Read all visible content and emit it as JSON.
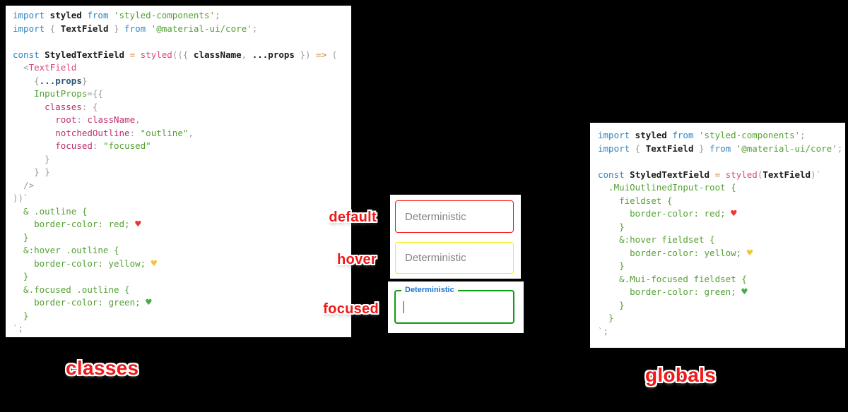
{
  "palette": {
    "kw": "#2f86c2",
    "id": "#1c1c1c",
    "str": "#54a033",
    "pink": "#e0457b",
    "key": "#bf2e6e",
    "punc": "#9a9a9a",
    "op": "#c87e29",
    "navy": "#2c5777",
    "css": "#54a033",
    "hred": "#e8382f",
    "hyellow": "#f5c33b",
    "hgreen": "#3fae49",
    "label_red": "#f01818",
    "field_red": "#f8150f",
    "field_yellow": "#f9ee0a",
    "field_green": "#0f9b13",
    "field_label_blue": "#1976d2"
  },
  "left_code": {
    "lines": [
      [
        [
          "import",
          "kw"
        ],
        [
          " styled ",
          "id"
        ],
        [
          "from",
          "kw"
        ],
        [
          " ",
          "punc"
        ],
        [
          "'styled-components'",
          "str"
        ],
        [
          ";",
          "punc"
        ]
      ],
      [
        [
          "import",
          "kw"
        ],
        [
          " { ",
          "punc"
        ],
        [
          "TextField",
          "id"
        ],
        [
          " } ",
          "punc"
        ],
        [
          "from",
          "kw"
        ],
        [
          " ",
          "punc"
        ],
        [
          "'@material-ui/core'",
          "str"
        ],
        [
          ";",
          "punc"
        ]
      ],
      [],
      [
        [
          "const",
          "kw"
        ],
        [
          " ",
          "punc"
        ],
        [
          "StyledTextField",
          "id"
        ],
        [
          " ",
          "punc"
        ],
        [
          "=",
          "op"
        ],
        [
          " ",
          "punc"
        ],
        [
          "styled",
          "pink"
        ],
        [
          "(({ ",
          "punc"
        ],
        [
          "className",
          "id"
        ],
        [
          ", ",
          "punc"
        ],
        [
          "...props",
          "id"
        ],
        [
          " }) ",
          "punc"
        ],
        [
          "=>",
          "op"
        ],
        [
          " (",
          "punc"
        ]
      ],
      [
        [
          "  <",
          "punc"
        ],
        [
          "TextField",
          "pink"
        ]
      ],
      [
        [
          "    {",
          "punc"
        ],
        [
          "...props",
          "navy"
        ],
        [
          "}",
          "punc"
        ]
      ],
      [
        [
          "    ",
          "punc"
        ],
        [
          "InputProps",
          "str"
        ],
        [
          "={{",
          "punc"
        ]
      ],
      [
        [
          "      ",
          "punc"
        ],
        [
          "classes",
          "key"
        ],
        [
          ": {",
          "punc"
        ]
      ],
      [
        [
          "        ",
          "punc"
        ],
        [
          "root",
          "key"
        ],
        [
          ": ",
          "punc"
        ],
        [
          "className",
          "key"
        ],
        [
          ",",
          "punc"
        ]
      ],
      [
        [
          "        ",
          "punc"
        ],
        [
          "notchedOutline",
          "key"
        ],
        [
          ": ",
          "punc"
        ],
        [
          "\"outline\"",
          "str"
        ],
        [
          ",",
          "punc"
        ]
      ],
      [
        [
          "        ",
          "punc"
        ],
        [
          "focused",
          "key"
        ],
        [
          ": ",
          "punc"
        ],
        [
          "\"focused\"",
          "str"
        ]
      ],
      [
        [
          "      }",
          "punc"
        ]
      ],
      [
        [
          "    } }",
          "punc"
        ]
      ],
      [
        [
          "  />",
          "punc"
        ]
      ],
      [
        [
          "))`",
          "punc"
        ]
      ],
      [
        [
          "  & .outline {",
          "css"
        ]
      ],
      [
        [
          "    border-color: red; ",
          "css"
        ],
        [
          "♥",
          "hred"
        ]
      ],
      [
        [
          "  }",
          "css"
        ]
      ],
      [
        [
          "  &:hover .outline {",
          "css"
        ]
      ],
      [
        [
          "    border-color: yellow; ",
          "css"
        ],
        [
          "♥",
          "hyellow"
        ]
      ],
      [
        [
          "  }",
          "css"
        ]
      ],
      [
        [
          "  &.focused .outline {",
          "css"
        ]
      ],
      [
        [
          "    border-color: green; ",
          "css"
        ],
        [
          "♥",
          "hgreen"
        ]
      ],
      [
        [
          "  }",
          "css"
        ]
      ],
      [
        [
          "`;",
          "punc"
        ]
      ]
    ]
  },
  "right_code": {
    "lines": [
      [
        [
          "import",
          "kw"
        ],
        [
          " styled ",
          "id"
        ],
        [
          "from",
          "kw"
        ],
        [
          " ",
          "punc"
        ],
        [
          "'styled-components'",
          "str"
        ],
        [
          ";",
          "punc"
        ]
      ],
      [
        [
          "import",
          "kw"
        ],
        [
          " { ",
          "punc"
        ],
        [
          "TextField",
          "id"
        ],
        [
          " } ",
          "punc"
        ],
        [
          "from",
          "kw"
        ],
        [
          " ",
          "punc"
        ],
        [
          "'@material-ui/core'",
          "str"
        ],
        [
          ";",
          "punc"
        ]
      ],
      [],
      [
        [
          "const",
          "kw"
        ],
        [
          " ",
          "punc"
        ],
        [
          "StyledTextField",
          "id"
        ],
        [
          " ",
          "punc"
        ],
        [
          "=",
          "op"
        ],
        [
          " ",
          "punc"
        ],
        [
          "styled",
          "pink"
        ],
        [
          "(",
          "punc"
        ],
        [
          "TextField",
          "id"
        ],
        [
          ")`",
          "punc"
        ]
      ],
      [
        [
          "  .MuiOutlinedInput-root {",
          "css"
        ]
      ],
      [
        [
          "    fieldset {",
          "css"
        ]
      ],
      [
        [
          "      border-color: red; ",
          "css"
        ],
        [
          "♥",
          "hred"
        ]
      ],
      [
        [
          "    }",
          "css"
        ]
      ],
      [
        [
          "    &:hover fieldset {",
          "css"
        ]
      ],
      [
        [
          "      border-color: yellow; ",
          "css"
        ],
        [
          "♥",
          "hyellow"
        ]
      ],
      [
        [
          "    }",
          "css"
        ]
      ],
      [
        [
          "    &.Mui-focused fieldset {",
          "css"
        ]
      ],
      [
        [
          "      border-color: green; ",
          "css"
        ],
        [
          "♥",
          "hgreen"
        ]
      ],
      [
        [
          "    }",
          "css"
        ]
      ],
      [
        [
          "  }",
          "css"
        ]
      ],
      [
        [
          "`;",
          "punc"
        ]
      ]
    ]
  },
  "fields": {
    "default": {
      "label": "Deterministic"
    },
    "hover": {
      "label": "Deterministic"
    },
    "focused": {
      "label": "Deterministic"
    }
  },
  "annotations": {
    "default": "default",
    "hover": "hover",
    "focused": "focused",
    "classes": "classes",
    "globals": "globals"
  }
}
